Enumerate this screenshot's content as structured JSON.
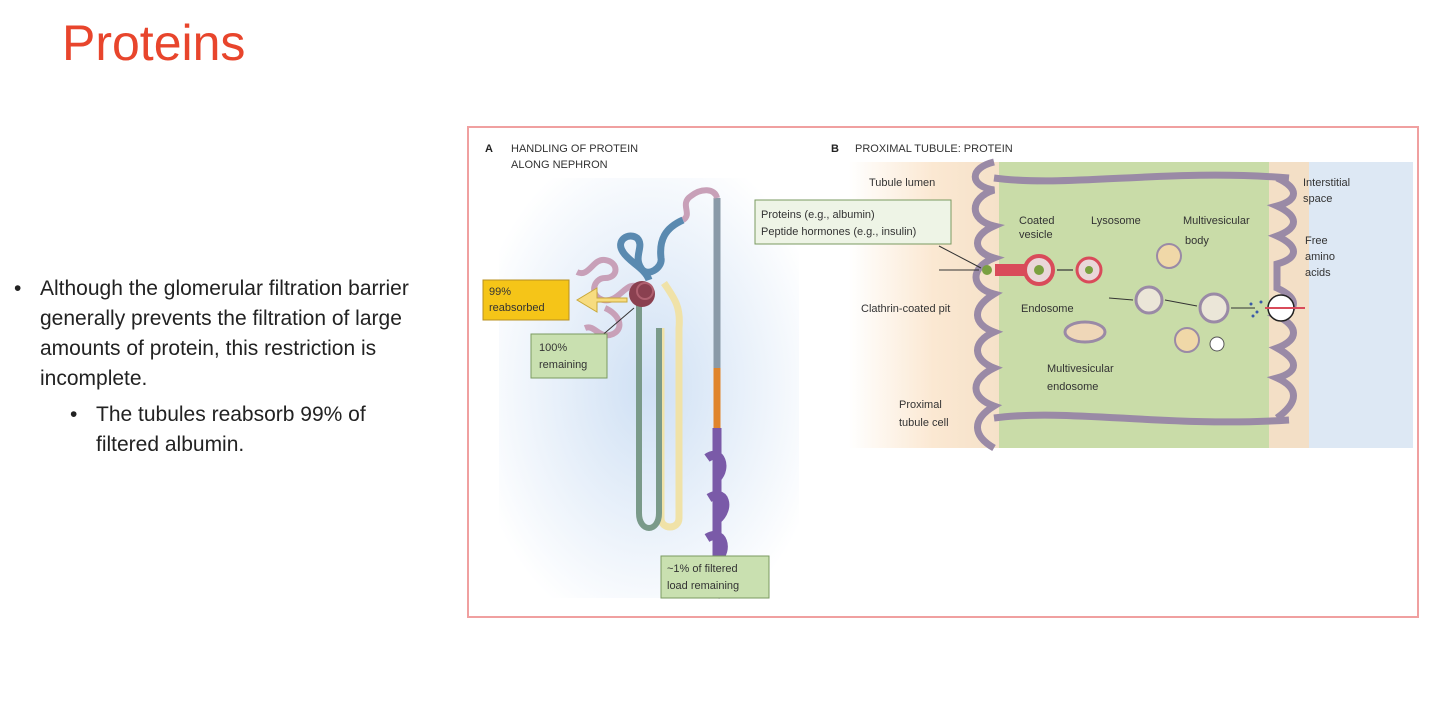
{
  "slide": {
    "title": "Proteins",
    "bullets": [
      "Although the glomerular filtration barrier generally prevents the filtration of large amounts of protein, this restriction is incomplete."
    ],
    "sub_bullets": [
      "The tubules reabsorb 99% of filtered albumin."
    ]
  },
  "figure": {
    "panel_a": {
      "letter": "A",
      "title_line1": "HANDLING OF PROTEIN",
      "title_line2": "ALONG NEPHRON",
      "reabsorbed_line1": "99%",
      "reabsorbed_line2": "reabsorbed",
      "remaining_line1": "100%",
      "remaining_line2": "remaining",
      "final_line1": "~1% of filtered",
      "final_line2": "load remaining"
    },
    "panel_b": {
      "letter": "B",
      "title": "PROXIMAL TUBULE: PROTEIN",
      "tubule_lumen": "Tubule lumen",
      "interstitial_line1": "Interstitial",
      "interstitial_line2": "space",
      "proteins_line1": "Proteins (e.g., albumin)",
      "proteins_line2": "Peptide hormones (e.g., insulin)",
      "coated_line1": "Coated",
      "coated_line2": "vesicle",
      "lysosome": "Lysosome",
      "mvb_line1": "Multivesicular",
      "mvb_line2": "body",
      "free_line1": "Free",
      "free_line2": "amino",
      "free_line3": "acids",
      "clathrin": "Clathrin-coated pit",
      "endosome": "Endosome",
      "mv_endosome_line1": "Multivesicular",
      "mv_endosome_line2": "endosome",
      "prox_line1": "Proximal",
      "prox_line2": "tubule cell"
    }
  },
  "colors": {
    "title": "#e8452c",
    "figure_border": "#f0a0a0",
    "reabsorbed_box": "#f5c518",
    "remaining_box": "#c9e0b0",
    "cell_green": "#c9dca8",
    "membrane": "#9a8aa6",
    "vesicle_red": "#d94b5a"
  }
}
